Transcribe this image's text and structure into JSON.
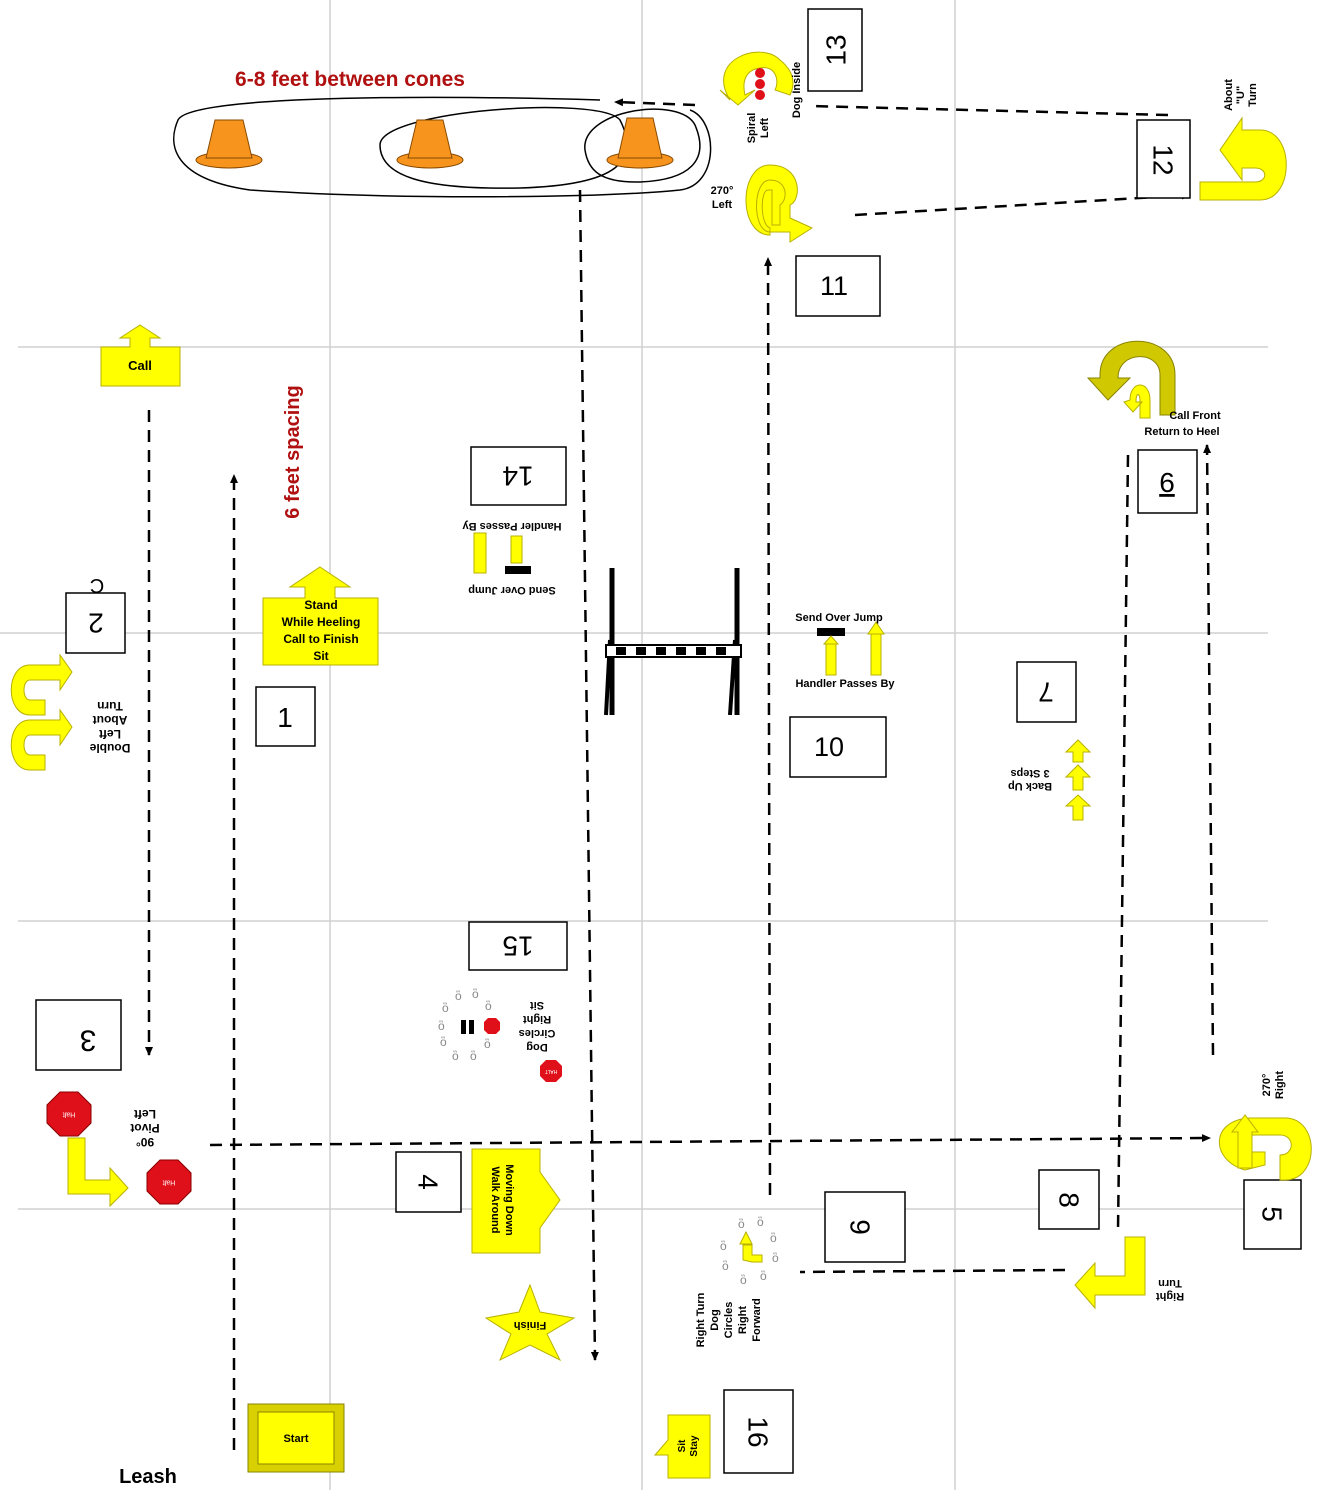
{
  "header": {
    "cone_spacing": "6-8 feet between cones",
    "row_spacing": "6 feet spacing",
    "leash": "Leash"
  },
  "colors": {
    "sign_yellow": "#ffff00",
    "sign_outline": "#b8b000",
    "accent_red": "#b01010",
    "halt_red": "#e0101a",
    "cone_orange": "#f7941d",
    "grid": "#d0d0d0"
  },
  "stations": {
    "s1": "1",
    "s2": "2",
    "s3": "3",
    "s4": "4",
    "s5": "5",
    "s6": "6",
    "s7": "7",
    "s8": "8",
    "s9": "9",
    "s10": "10",
    "s11": "11",
    "s12": "12",
    "s13": "13",
    "s14": "14",
    "s15": "15",
    "s16": "16"
  },
  "signs": {
    "start": "Start",
    "call": "Call",
    "stand_l1": "Stand",
    "stand_l2": "While Heeling",
    "stand_l3": "Call to Finish",
    "stand_l4": "Sit",
    "double_l1": "Double",
    "double_l2": "Left",
    "double_l3": "About",
    "double_l4": "Turn",
    "call_front_l1": "Call Front",
    "call_front_l2": "Return to Heel",
    "about_u_l1": "About",
    "about_u_l2": "\"U\"",
    "about_u_l3": "Turn",
    "spiral_l1": "Spiral",
    "spiral_l2": "Left",
    "spiral_l3": "Dog Inside",
    "turn270_left_l1": "270°",
    "turn270_left_l2": "Left",
    "send_jump": "Send Over Jump",
    "handler_passes": "Handler Passes By",
    "back_up_l1": "Back Up",
    "back_up_l2": "3 Steps",
    "turn270_right_l1": "270°",
    "turn270_right_l2": "Right",
    "right_turn_l1": "Right",
    "right_turn_l2": "Turn",
    "circles_l1": "Right Turn",
    "circles_l2": "Dog",
    "circles_l3": "Circles",
    "circles_l4": "Right",
    "circles_l5": "Forward",
    "moving_down_l1": "Moving Down",
    "moving_down_l2": "Walk Around",
    "finish": "Finish",
    "pivot_l1": "90°",
    "pivot_l2": "Pivot",
    "pivot_l3": "Left",
    "halt": "Halt",
    "halt_caps": "HALT",
    "dog_circles_sit_l1": "Dog",
    "dog_circles_sit_l2": "Circles",
    "dog_circles_sit_l3": "Right",
    "dog_circles_sit_l4": "Sit",
    "sit_stay_l1": "Sit",
    "sit_stay_l2": "Stay",
    "c_mark": "C"
  }
}
